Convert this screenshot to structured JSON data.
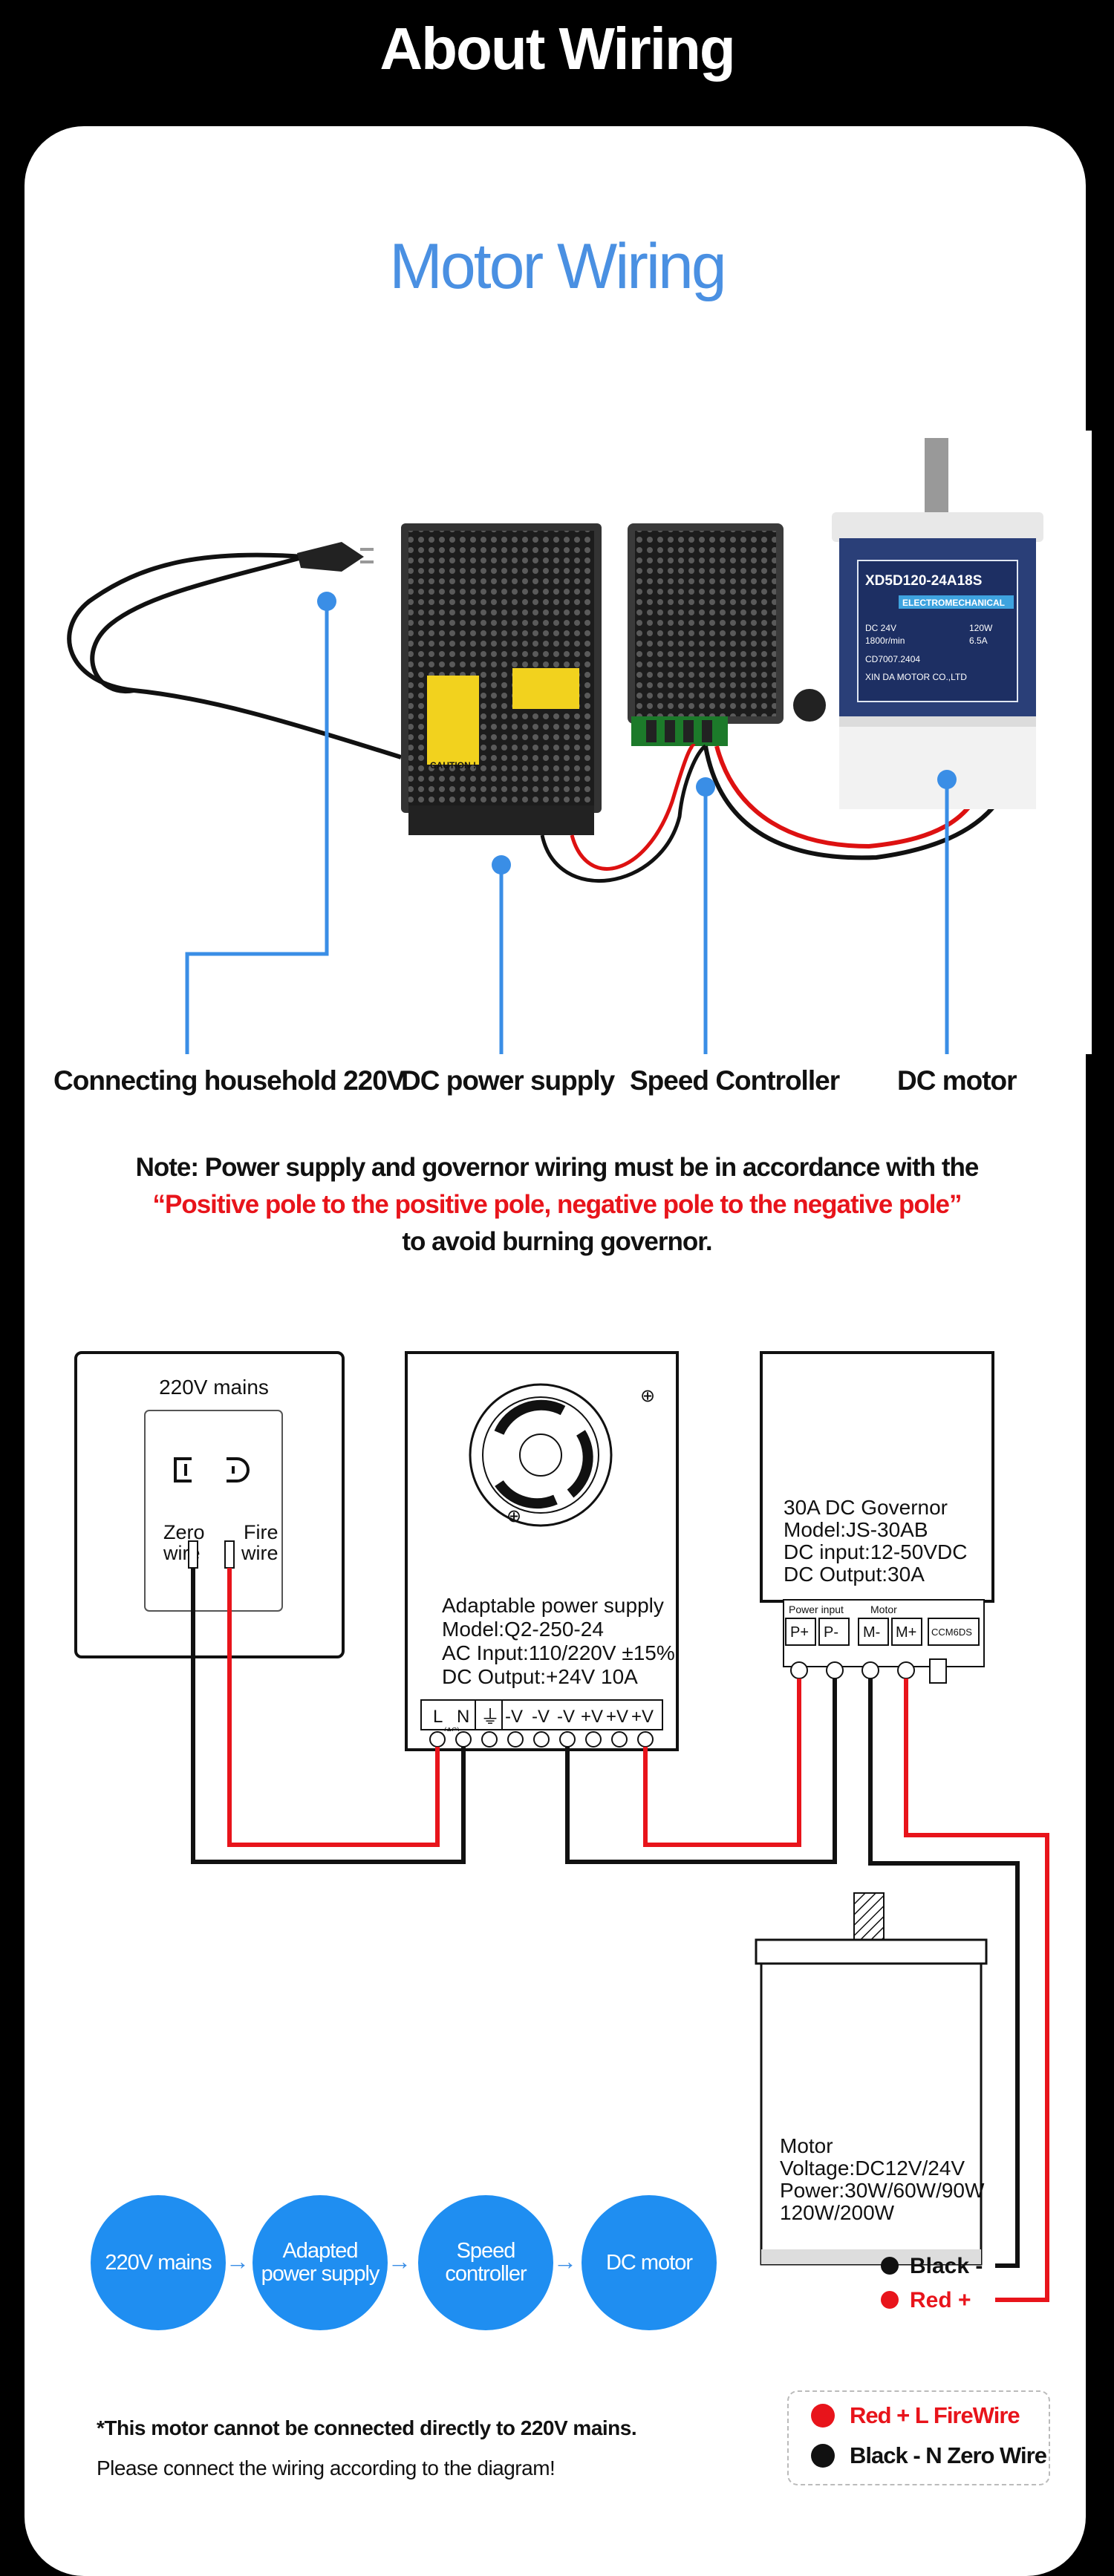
{
  "header": {
    "title": "About Wiring"
  },
  "section_title": "Motor Wiring",
  "photo": {
    "labels": [
      "Connecting household 220V",
      "DC power supply",
      "Speed Controller",
      "DC motor"
    ],
    "motor_plate": {
      "model": "XD5D120-24A18S",
      "brand": "ELECTROMECHANICAL",
      "spec_left": [
        "DC 24V",
        "1800r/min"
      ],
      "spec_right": [
        "120W",
        "6.5A"
      ],
      "code": "CD7007.2404",
      "maker": "XIN DA MOTOR CO.,LTD"
    },
    "caution": "CAUTION !"
  },
  "note": {
    "line1": "Note: Power supply and governor wiring must be in accordance with the",
    "line2": "“Positive pole to the positive pole, negative pole to the negative pole”",
    "line3": "to avoid burning governor."
  },
  "diagram": {
    "mains": {
      "title": "220V mains",
      "zero1": "Zero",
      "zero2": "wire",
      "fire1": "Fire",
      "fire2": "wire"
    },
    "psu": {
      "lines": [
        "Adaptable power supply",
        "Model:Q2-250-24",
        "AC Input:110/220V ±15%",
        "DC Output:+24V 10A"
      ],
      "terminals": [
        "L",
        "N",
        "⏚",
        "-V",
        "-V",
        "-V",
        "+V",
        "+V",
        "+V"
      ],
      "ac": "(AC)"
    },
    "governor": {
      "lines": [
        "30A DC Governor",
        "Model:JS-30AB",
        "DC input:12-50VDC",
        "DC Output:30A"
      ],
      "power_input": "Power input",
      "motor": "Motor",
      "terminals": [
        "P+",
        "P-",
        "M-",
        "M+",
        "CCM6DS"
      ]
    },
    "motor": {
      "lines": [
        "Motor",
        "Voltage:DC12V/24V",
        "Power:30W/60W/90W",
        "120W/200W"
      ],
      "black": "Black -",
      "red": "Red +"
    }
  },
  "flow": [
    "220V mains",
    "Adapted power supply",
    "Speed controller",
    "DC motor"
  ],
  "footer": {
    "warning": "*This motor cannot be connected directly to 220V mains.",
    "instruction": "Please connect the wiring according to the diagram!"
  },
  "legend": {
    "red": "Red + L FireWire",
    "black": "Black - N Zero Wire"
  },
  "colors": {
    "accent": "#4a90e2",
    "flow_circle": "#1f8ef1",
    "red_wire": "#e8141b",
    "black_wire": "#111111",
    "note_red": "#e8141b"
  }
}
